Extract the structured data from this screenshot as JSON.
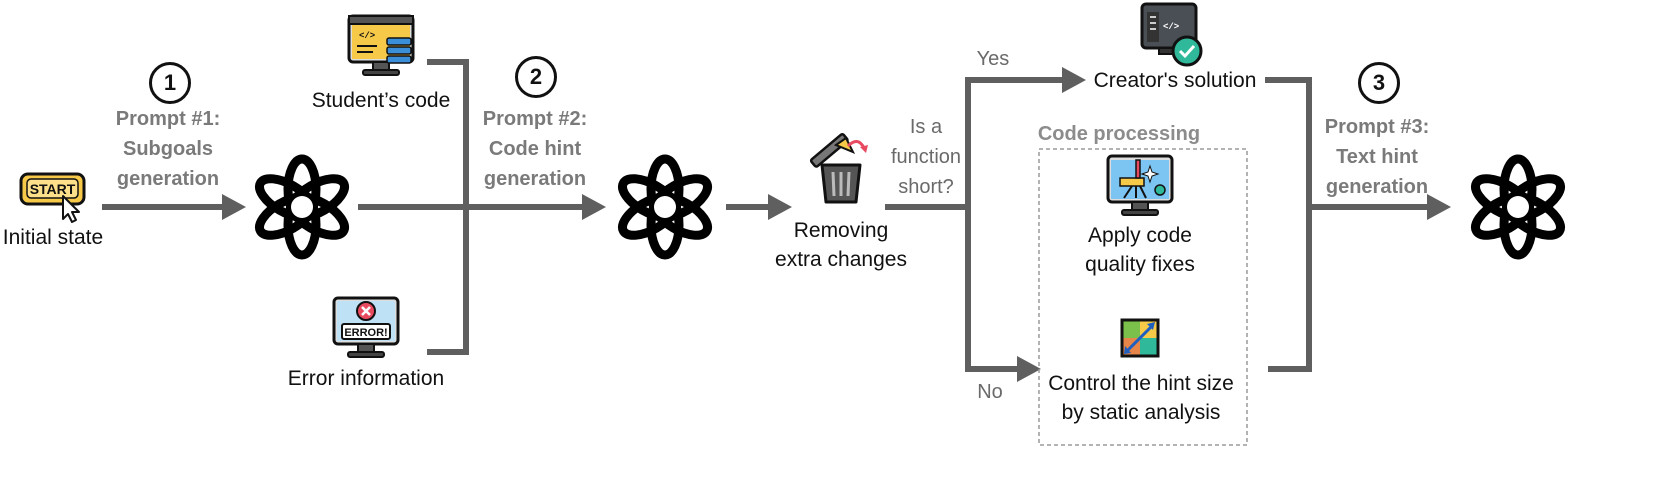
{
  "steps": [
    {
      "number": "1",
      "prompt": "Prompt #1:",
      "line1": "Subgoals",
      "line2": "generation"
    },
    {
      "number": "2",
      "prompt": "Prompt #2:",
      "line1": "Code hint",
      "line2": "generation"
    },
    {
      "number": "3",
      "prompt": "Prompt #3:",
      "line1": "Text hint",
      "line2": "generation"
    }
  ],
  "nodes": {
    "initial_state": "Initial state",
    "start_button": "START",
    "students_code": "Student’s code",
    "error_information": "Error information",
    "error_badge": "ERROR!",
    "removing_line1": "Removing",
    "removing_line2": "extra changes",
    "creators_solution": "Creator's solution",
    "apply_fixes_line1": "Apply code",
    "apply_fixes_line2": "quality fixes",
    "control_line1": "Control the hint size",
    "control_line2": "by static analysis"
  },
  "decision": {
    "line1": "Is a",
    "line2": "function",
    "line3": "short?",
    "yes": "Yes",
    "no": "No"
  },
  "code_processing": {
    "title": "Code processing"
  },
  "colors": {
    "arrow": "#5f5f5f",
    "label_gray": "#7a7a7a",
    "start": "#f7c948",
    "error": "#e84a5f",
    "check": "#2fb99a"
  },
  "icons": [
    "start-button-icon",
    "openai-logo-icon",
    "code-monitor-icon",
    "error-monitor-icon",
    "trash-icon",
    "solution-monitor-icon",
    "code-fix-monitor-icon",
    "size-chart-icon"
  ]
}
